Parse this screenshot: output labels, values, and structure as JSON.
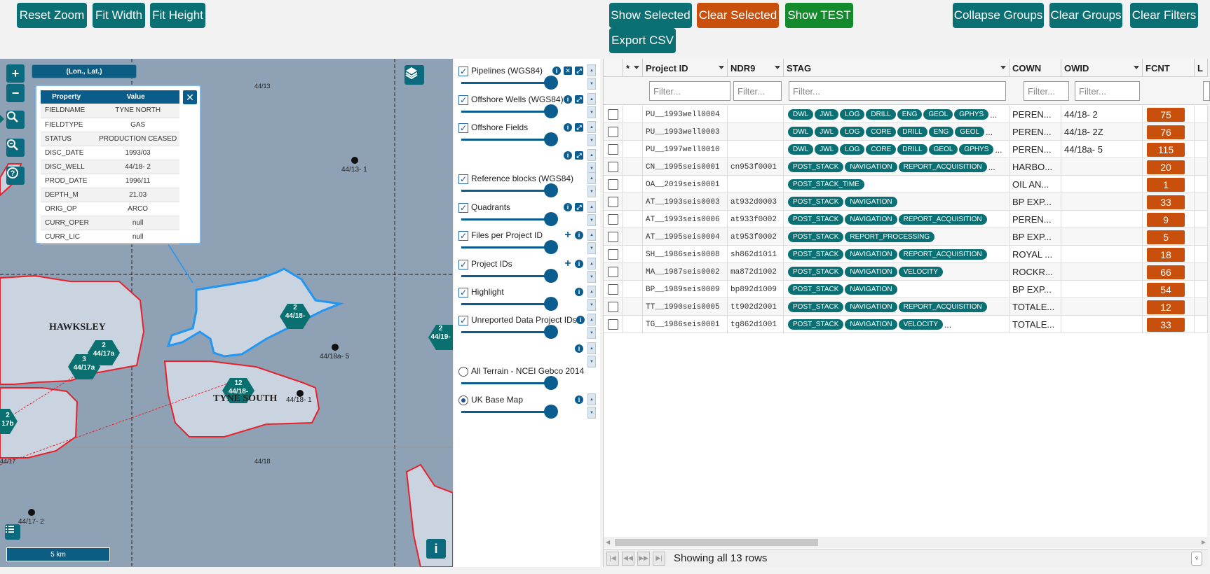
{
  "toolbar": {
    "reset_zoom": "Reset Zoom",
    "fit_width": "Fit Width",
    "fit_height": "Fit Height",
    "show_selected": "Show Selected",
    "clear_selected": "Clear Selected",
    "show_test": "Show TEST",
    "export_csv": "Export CSV",
    "collapse_groups": "Collapse Groups",
    "clear_groups": "Clear Groups",
    "clear_filters": "Clear Filters"
  },
  "map": {
    "coord_label": "(Lon., Lat.)",
    "scale_label": "5 km",
    "zoom_in": "+",
    "zoom_out": "−",
    "block_labels": [
      "44/13",
      "44/18",
      "44/17"
    ],
    "well_labels": [
      "44/13- 1",
      "44/18a- 5",
      "44/18- 1",
      "44/17- 2"
    ],
    "field_labels": [
      "HAWKSLEY",
      "TYNE SOUTH"
    ],
    "clusters": [
      {
        "count": "2",
        "block": "44/18-"
      },
      {
        "count": "2",
        "block": "44/19-"
      },
      {
        "count": "2",
        "block": "44/17a"
      },
      {
        "count": "3",
        "block": "44/17a"
      },
      {
        "count": "12",
        "block": "44/18-"
      },
      {
        "count": "2",
        "block": "17b"
      }
    ],
    "popup": {
      "header_property": "Property",
      "header_value": "Value",
      "rows": [
        {
          "k": "FIELDNAME",
          "v": "TYNE NORTH"
        },
        {
          "k": "FIELDTYPE",
          "v": "GAS"
        },
        {
          "k": "STATUS",
          "v": "PRODUCTION CEASED"
        },
        {
          "k": "DISC_DATE",
          "v": "1993/03"
        },
        {
          "k": "DISC_WELL",
          "v": "44/18- 2"
        },
        {
          "k": "PROD_DATE",
          "v": "1996/11"
        },
        {
          "k": "DEPTH_M",
          "v": "21.03"
        },
        {
          "k": "ORIG_OP",
          "v": "ARCO"
        },
        {
          "k": "CURR_OPER",
          "v": "null"
        },
        {
          "k": "CURR_LIC",
          "v": "null"
        }
      ]
    }
  },
  "layers": [
    {
      "name": "Pipelines (WGS84)",
      "type": "check"
    },
    {
      "name": "Offshore Wells (WGS84)",
      "type": "check"
    },
    {
      "name": "Offshore Fields",
      "type": "check"
    },
    {
      "name": "",
      "type": "none"
    },
    {
      "name": "Reference blocks (WGS84)",
      "type": "check"
    },
    {
      "name": "Quadrants",
      "type": "check"
    },
    {
      "name": "Files per Project ID",
      "type": "check"
    },
    {
      "name": "Project IDs",
      "type": "check"
    },
    {
      "name": "Highlight",
      "type": "check"
    },
    {
      "name": "Unreported Data Project IDs",
      "type": "check"
    },
    {
      "name": "",
      "type": "none"
    },
    {
      "name": "All Terrain - NCEI Gebco 2014",
      "type": "radio"
    },
    {
      "name": "UK Base Map",
      "type": "radio-on"
    }
  ],
  "grid": {
    "columns": [
      "*",
      "Project ID",
      "NDR9",
      "STAG",
      "COWN",
      "OWID",
      "FCNT",
      "L"
    ],
    "filter_placeholder": "Filter...",
    "rows": [
      {
        "pid": "PU__1993well0004",
        "ndr": "",
        "tags": [
          "DWL",
          "JWL",
          "LOG",
          "DRILL",
          "ENG",
          "GEOL",
          "GPHYS"
        ],
        "more": "...",
        "cown": "PEREN...",
        "owid": "44/18- 2",
        "fcnt": "75"
      },
      {
        "pid": "PU__1993well0003",
        "ndr": "",
        "tags": [
          "DWL",
          "JWL",
          "LOG",
          "CORE",
          "DRILL",
          "ENG",
          "GEOL"
        ],
        "more": "...",
        "cown": "PEREN...",
        "owid": "44/18- 2Z",
        "fcnt": "76"
      },
      {
        "pid": "PU__1997well0010",
        "ndr": "",
        "tags": [
          "DWL",
          "JWL",
          "LOG",
          "CORE",
          "DRILL",
          "GEOL",
          "GPHYS"
        ],
        "more": "...",
        "cown": "PEREN...",
        "owid": "44/18a- 5",
        "fcnt": "115"
      },
      {
        "pid": "CN__1995seis0001",
        "ndr": "cn953f0001",
        "tags": [
          "POST_STACK",
          "NAVIGATION",
          "REPORT_ACQUISITION"
        ],
        "more": "...",
        "cown": "HARBO...",
        "owid": "",
        "fcnt": "20"
      },
      {
        "pid": "OA__2019seis0001",
        "ndr": "",
        "tags": [
          "POST_STACK_TIME"
        ],
        "more": "",
        "cown": "OIL AN...",
        "owid": "",
        "fcnt": "1"
      },
      {
        "pid": "AT__1993seis0003",
        "ndr": "at932d0003",
        "tags": [
          "POST_STACK",
          "NAVIGATION"
        ],
        "more": "",
        "cown": "BP EXP...",
        "owid": "",
        "fcnt": "33"
      },
      {
        "pid": "AT__1993seis0006",
        "ndr": "at933f0002",
        "tags": [
          "POST_STACK",
          "NAVIGATION",
          "REPORT_ACQUISITION"
        ],
        "more": "",
        "cown": "PEREN...",
        "owid": "",
        "fcnt": "9"
      },
      {
        "pid": "AT__1995seis0004",
        "ndr": "at953f0002",
        "tags": [
          "POST_STACK",
          "REPORT_PROCESSING"
        ],
        "more": "",
        "cown": "BP EXP...",
        "owid": "",
        "fcnt": "5"
      },
      {
        "pid": "SH__1986seis0008",
        "ndr": "sh862d1011",
        "tags": [
          "POST_STACK",
          "NAVIGATION",
          "REPORT_ACQUISITION"
        ],
        "more": "",
        "cown": "ROYAL ...",
        "owid": "",
        "fcnt": "18"
      },
      {
        "pid": "MA__1987seis0002",
        "ndr": "ma872d1002",
        "tags": [
          "POST_STACK",
          "NAVIGATION",
          "VELOCITY"
        ],
        "more": "",
        "cown": "ROCKR...",
        "owid": "",
        "fcnt": "66"
      },
      {
        "pid": "BP__1989seis0009",
        "ndr": "bp892d1009",
        "tags": [
          "POST_STACK",
          "NAVIGATION"
        ],
        "more": "",
        "cown": "BP EXP...",
        "owid": "",
        "fcnt": "54"
      },
      {
        "pid": "TT__1990seis0005",
        "ndr": "tt902d2001",
        "tags": [
          "POST_STACK",
          "NAVIGATION",
          "REPORT_ACQUISITION"
        ],
        "more": "",
        "cown": "TOTALE...",
        "owid": "",
        "fcnt": "12"
      },
      {
        "pid": "TG__1986seis0001",
        "ndr": "tg862d1001",
        "tags": [
          "POST_STACK",
          "NAVIGATION",
          "VELOCITY"
        ],
        "more": "...",
        "cown": "TOTALE...",
        "owid": "",
        "fcnt": "33"
      }
    ],
    "footer_text": "Showing all 13 rows"
  },
  "colors": {
    "teal": "#0a7073",
    "orange": "#c8500c",
    "green": "#138a2b",
    "map_sea": "#8ea1b5",
    "field_outline": "#e8202a",
    "selected_outline": "#2196f3"
  }
}
